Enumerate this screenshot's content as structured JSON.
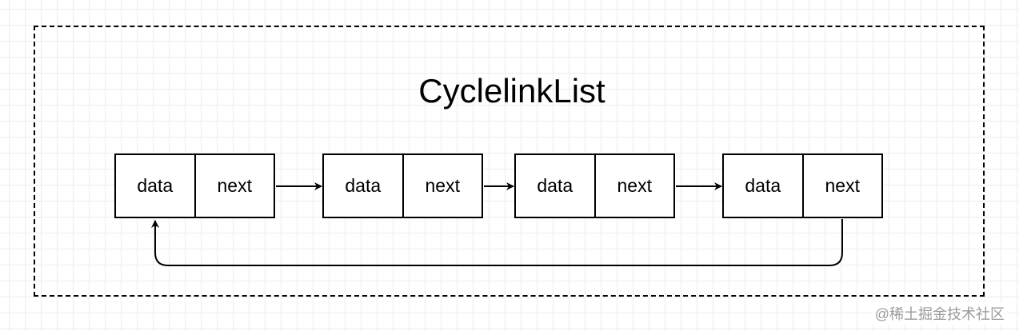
{
  "diagram": {
    "title": "CyclelinkList",
    "nodes": [
      {
        "data_label": "data",
        "next_label": "next"
      },
      {
        "data_label": "data",
        "next_label": "next"
      },
      {
        "data_label": "data",
        "next_label": "next"
      },
      {
        "data_label": "data",
        "next_label": "next"
      }
    ]
  },
  "watermark": "@稀土掘金技术社区",
  "colors": {
    "stroke": "#000000",
    "grid": "#ececec",
    "watermark": "#9a9a9a"
  }
}
